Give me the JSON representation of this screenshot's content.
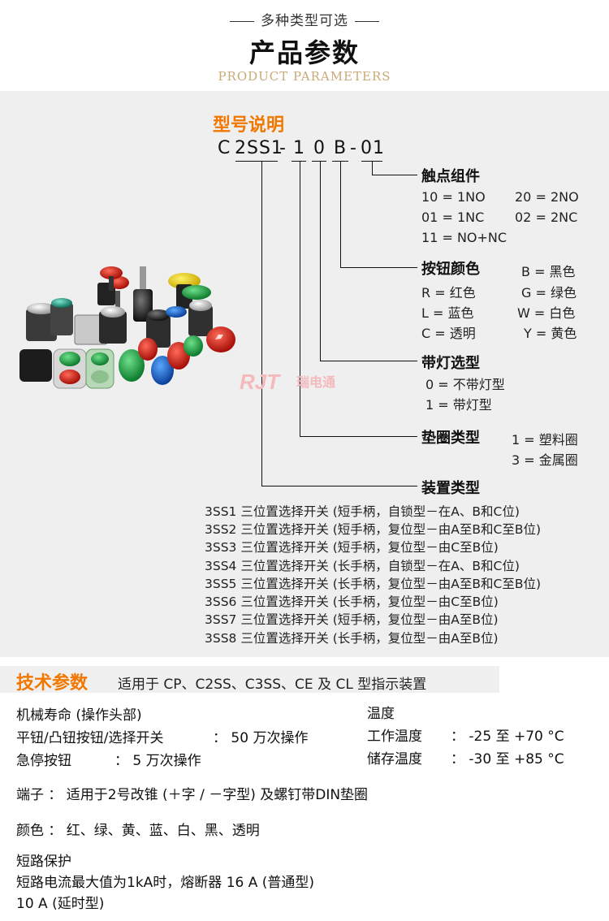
{
  "header": {
    "subtitle": "多种类型可选",
    "title": "产品参数",
    "title_en": "PRODUCT PARAMETERS"
  },
  "model": {
    "section_title": "型号说明",
    "code_parts": [
      "C",
      "2SS1",
      "-",
      "1",
      "0",
      "B",
      "-",
      "01"
    ],
    "contact": {
      "label": "触点组件",
      "options": [
        "10 = 1NO",
        "20 = 2NO",
        "01 = 1NC",
        "02 = 2NC",
        "11 = NO+NC"
      ]
    },
    "color": {
      "label": "按钮颜色",
      "options": [
        "B = 黑色",
        "R = 红色",
        "G = 绿色",
        "L = 蓝色",
        "W = 白色",
        "C = 透明",
        "Y = 黄色"
      ]
    },
    "light": {
      "label": "带灯选型",
      "options": [
        "0 = 不带灯型",
        "1 = 带灯型"
      ]
    },
    "gasket": {
      "label": "垫圈类型",
      "options": [
        "1 = 塑料圈",
        "3 = 金属圈"
      ]
    },
    "device": {
      "label": "装置类型",
      "options": [
        "3SS1 三位置选择开关 (短手柄，自锁型－在A、B和C位)",
        "3SS2 三位置选择开关 (短手柄，复位型－由A至B和C至B位)",
        "3SS3 三位置选择开关 (短手柄，复位型－由C至B位)",
        "3SS4 三位置选择开关 (长手柄，自锁型－在A、B和C位)",
        "3SS5 三位置选择开关 (长手柄，复位型－由A至B和C至B位)",
        "3SS6 三位置选择开关 (长手柄，复位型－由C至B位)",
        "3SS7 三位置选择开关 (短手柄，复位型－由A至B位)",
        "3SS8 三位置选择开关 (长手柄，复位型－由A至B位)"
      ]
    },
    "logo": {
      "mark": "RJT",
      "text": "瑞电通"
    }
  },
  "tech": {
    "title": "技术参数",
    "subtitle": "适用于 CP、C2SS、C3SS、CE 及 CL 型指示装置",
    "life": {
      "heading": "机械寿命 (操作头部)",
      "rows": [
        {
          "name": "平钮/凸钮按钮/选择开关",
          "value": "：  50 万次操作"
        },
        {
          "name": "急停按钮",
          "value": "：  5 万次操作"
        }
      ]
    },
    "temp": {
      "heading": "温度",
      "rows": [
        {
          "name": "工作温度",
          "value": "：  -25 至 +70 °C"
        },
        {
          "name": "储存温度",
          "value": "：  -30 至 +85 °C"
        }
      ]
    },
    "terminal": "端子 ：  适用于2号改锥 (＋字 / －字型) 及螺钉带DIN垫圈",
    "colors": "颜色 ：  红、绿、黄、蓝、白、黑、透明",
    "short": {
      "heading": "短路保护",
      "line1": "短路电流最大值为1kA时，熔断器 16 A (普通型)",
      "line2": "10 A (延时型)"
    }
  }
}
